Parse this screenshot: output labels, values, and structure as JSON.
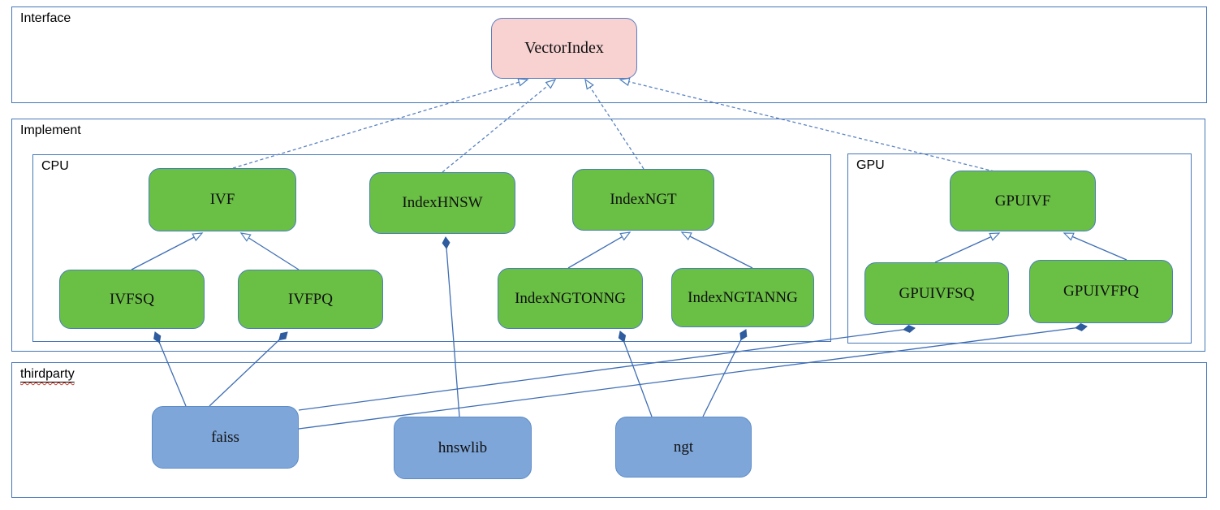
{
  "containers": {
    "interface": {
      "label": "Interface"
    },
    "implement": {
      "label": "Implement"
    },
    "cpu": {
      "label": "CPU"
    },
    "gpu": {
      "label": "GPU"
    },
    "thirdparty": {
      "label": "thirdparty"
    }
  },
  "nodes": {
    "vectorindex": {
      "label": "VectorIndex"
    },
    "ivf": {
      "label": "IVF"
    },
    "indexhnsw": {
      "label": "IndexHNSW"
    },
    "indexngt": {
      "label": "IndexNGT"
    },
    "gpuivf": {
      "label": "GPUIVF"
    },
    "ivfsq": {
      "label": "IVFSQ"
    },
    "ivfpq": {
      "label": "IVFPQ"
    },
    "indexngtonng": {
      "label": "IndexNGTONNG"
    },
    "indexngtanng": {
      "label": "IndexNGTANNG"
    },
    "gpuivfsq": {
      "label": "GPUIVFSQ"
    },
    "gpuivfpq": {
      "label": "GPUIVFPQ"
    },
    "faiss": {
      "label": "faiss"
    },
    "hnswlib": {
      "label": "hnswlib"
    },
    "ngt": {
      "label": "ngt"
    }
  },
  "edges": [
    {
      "from": "IVF",
      "to": "VectorIndex",
      "type": "realization"
    },
    {
      "from": "IndexHNSW",
      "to": "VectorIndex",
      "type": "realization"
    },
    {
      "from": "IndexNGT",
      "to": "VectorIndex",
      "type": "realization"
    },
    {
      "from": "GPUIVF",
      "to": "VectorIndex",
      "type": "realization"
    },
    {
      "from": "IVFSQ",
      "to": "IVF",
      "type": "generalization"
    },
    {
      "from": "IVFPQ",
      "to": "IVF",
      "type": "generalization"
    },
    {
      "from": "IndexNGTONNG",
      "to": "IndexNGT",
      "type": "generalization"
    },
    {
      "from": "IndexNGTANNG",
      "to": "IndexNGT",
      "type": "generalization"
    },
    {
      "from": "GPUIVFSQ",
      "to": "GPUIVF",
      "type": "generalization"
    },
    {
      "from": "GPUIVFPQ",
      "to": "GPUIVF",
      "type": "generalization"
    },
    {
      "from": "faiss",
      "to": "IVFSQ",
      "type": "composition"
    },
    {
      "from": "faiss",
      "to": "IVFPQ",
      "type": "composition"
    },
    {
      "from": "faiss",
      "to": "GPUIVFSQ",
      "type": "composition"
    },
    {
      "from": "faiss",
      "to": "GPUIVFPQ",
      "type": "composition"
    },
    {
      "from": "hnswlib",
      "to": "IndexHNSW",
      "type": "composition"
    },
    {
      "from": "ngt",
      "to": "IndexNGTONNG",
      "type": "composition"
    },
    {
      "from": "ngt",
      "to": "IndexNGTANNG",
      "type": "composition"
    }
  ],
  "colors": {
    "node_green": "#6abf45",
    "node_green_border": "#4a7ebb",
    "node_pink": "#f8d1d1",
    "node_pink_border": "#5c7dc0",
    "node_blue": "#7ea6d8",
    "node_blue_border": "#5d8cc9",
    "container_border": "#4677b8",
    "edge": "#3f6eb5",
    "composition_diamond": "#2e5c9e",
    "spellcheck": "#d03a2a"
  }
}
